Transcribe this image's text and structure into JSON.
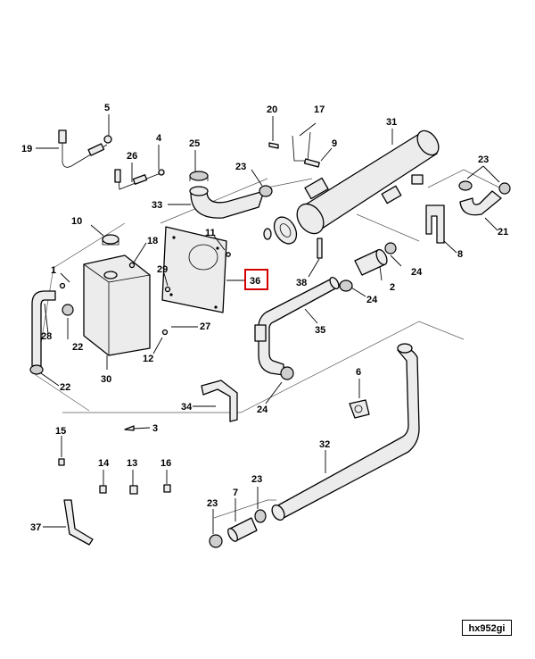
{
  "reference_code": "hx952gi",
  "highlighted_callout": "36",
  "highlight_color": "#d40000",
  "callouts": [
    "1",
    "2",
    "3",
    "4",
    "5",
    "6",
    "7",
    "8",
    "9",
    "10",
    "11",
    "12",
    "13",
    "14",
    "15",
    "16",
    "17",
    "18",
    "19",
    "20",
    "21",
    "22",
    "22",
    "23",
    "23",
    "23",
    "23",
    "24",
    "24",
    "24",
    "25",
    "26",
    "27",
    "28",
    "29",
    "30",
    "31",
    "32",
    "33",
    "34",
    "35",
    "36",
    "37",
    "38"
  ]
}
